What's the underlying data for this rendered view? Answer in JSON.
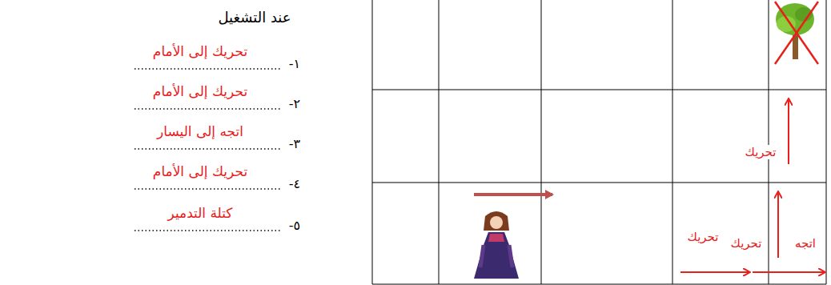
{
  "diagram": {
    "labels": [
      "عند التشغيل",
      "١-",
      "تحريك إلى الأمام",
      "٢-",
      "تحريك إلى الأمام",
      "٣-",
      "اتجه إلى اليسار",
      "٤-",
      "تحريك إلى الأمام",
      "٥-",
      "كتلة التدمير",
      "تحريك",
      "تحريك",
      "تحريك",
      "اتجه"
    ]
  }
}
